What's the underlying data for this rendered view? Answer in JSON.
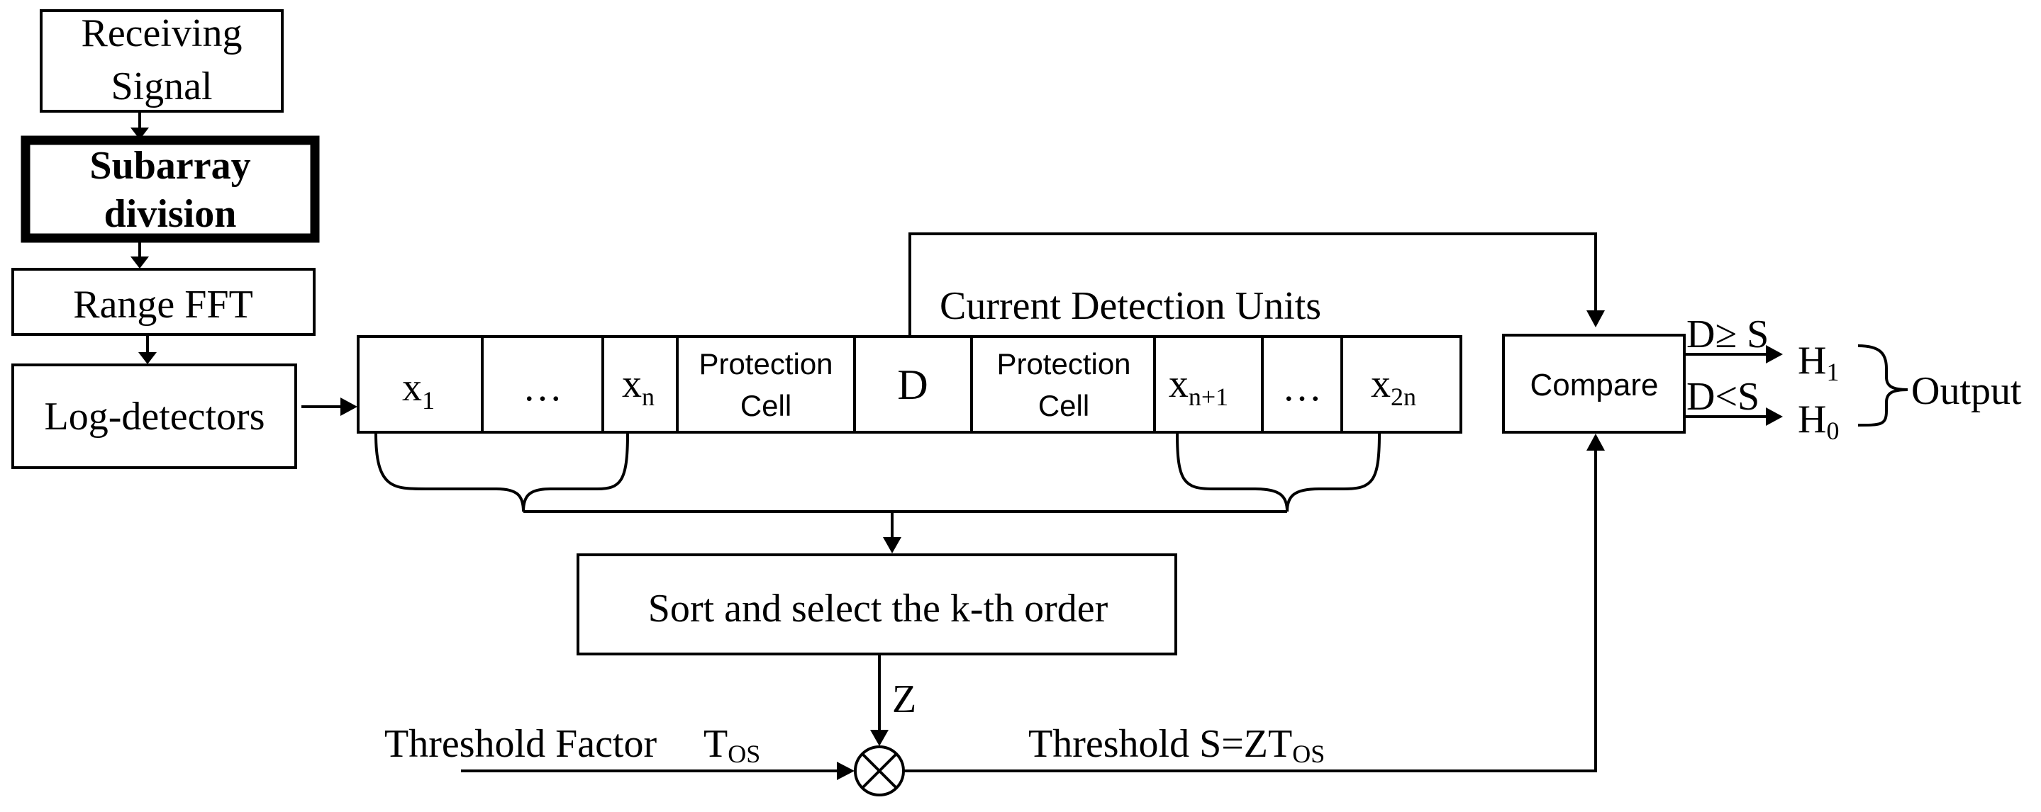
{
  "blocks": {
    "receiving_signal": [
      "Receiving",
      "Signal"
    ],
    "subarray_division": [
      "Subarray",
      "division"
    ],
    "range_fft": "Range FFT",
    "log_detectors": "Log-detectors",
    "sort_select": "Sort and select the k-th order",
    "compare": "Compare"
  },
  "cells": {
    "x1_base": "x",
    "x1_sub": "1",
    "dots": "…",
    "xn_base": "x",
    "xn_sub": "n",
    "protection": [
      "Protection",
      "Cell"
    ],
    "d": "D",
    "xn1_base": "x",
    "xn1_sub": "n+1",
    "x2n_base": "x",
    "x2n_sub": "2n"
  },
  "labels": {
    "current_detection_units": "Current Detection Units",
    "z": "Z",
    "threshold_factor": "Threshold Factor",
    "t_base": "T",
    "t_sub": "OS",
    "threshold_s": "Threshold S=ZT",
    "threshold_s_sub": "OS",
    "d_ge_s": "D≥ S",
    "d_lt_s": "D<S",
    "h1_base": "H",
    "h1_sub": "1",
    "h0_base": "H",
    "h0_sub": "0",
    "output": "Output"
  }
}
